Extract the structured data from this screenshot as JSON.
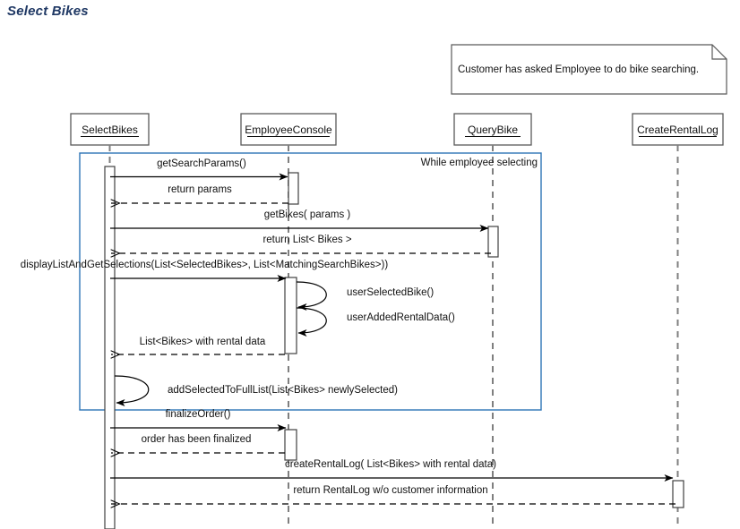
{
  "title": "Select Bikes",
  "colors": {
    "title": "#1F3864",
    "box_border": "#595959",
    "lifeline": "#7F7F7F",
    "message": "#000000",
    "fragment": "#2E75B6",
    "background": "#FFFFFF"
  },
  "note": {
    "text": "Customer has asked Employee to do bike searching."
  },
  "fragment": {
    "label": "While employee selecting"
  },
  "lifelines": [
    {
      "name": "SelectBikes"
    },
    {
      "name": "EmployeeConsole"
    },
    {
      "name": "QueryBike"
    },
    {
      "name": "CreateRentalLog"
    }
  ],
  "messages": [
    {
      "label": "getSearchParams()",
      "from": "SelectBikes",
      "to": "EmployeeConsole",
      "kind": "call"
    },
    {
      "label": "return params",
      "from": "EmployeeConsole",
      "to": "SelectBikes",
      "kind": "return"
    },
    {
      "label": "getBikes( params )",
      "from": "SelectBikes",
      "to": "QueryBike",
      "kind": "call"
    },
    {
      "label": "return List< Bikes >",
      "from": "QueryBike",
      "to": "SelectBikes",
      "kind": "return"
    },
    {
      "label": "displayListAndGetSelections(List<SelectedBikes>, List<MatchingSearchBikes>))",
      "from": "SelectBikes",
      "to": "EmployeeConsole",
      "kind": "call"
    },
    {
      "label": "userSelectedBike()",
      "from": "EmployeeConsole",
      "to": "EmployeeConsole",
      "kind": "self"
    },
    {
      "label": "userAddedRentalData()",
      "from": "EmployeeConsole",
      "to": "EmployeeConsole",
      "kind": "self"
    },
    {
      "label": "List<Bikes> with rental data",
      "from": "EmployeeConsole",
      "to": "SelectBikes",
      "kind": "return"
    },
    {
      "label": "addSelectedToFullList(List<Bikes> newlySelected)",
      "from": "SelectBikes",
      "to": "SelectBikes",
      "kind": "self"
    },
    {
      "label": "finalizeOrder()",
      "from": "SelectBikes",
      "to": "EmployeeConsole",
      "kind": "call"
    },
    {
      "label": "order has been finalized",
      "from": "EmployeeConsole",
      "to": "SelectBikes",
      "kind": "return"
    },
    {
      "label": "createRentalLog( List<Bikes> with rental data)",
      "from": "SelectBikes",
      "to": "CreateRentalLog",
      "kind": "call"
    },
    {
      "label": "return RentalLog w/o customer information",
      "from": "CreateRentalLog",
      "to": "SelectBikes",
      "kind": "return"
    }
  ]
}
